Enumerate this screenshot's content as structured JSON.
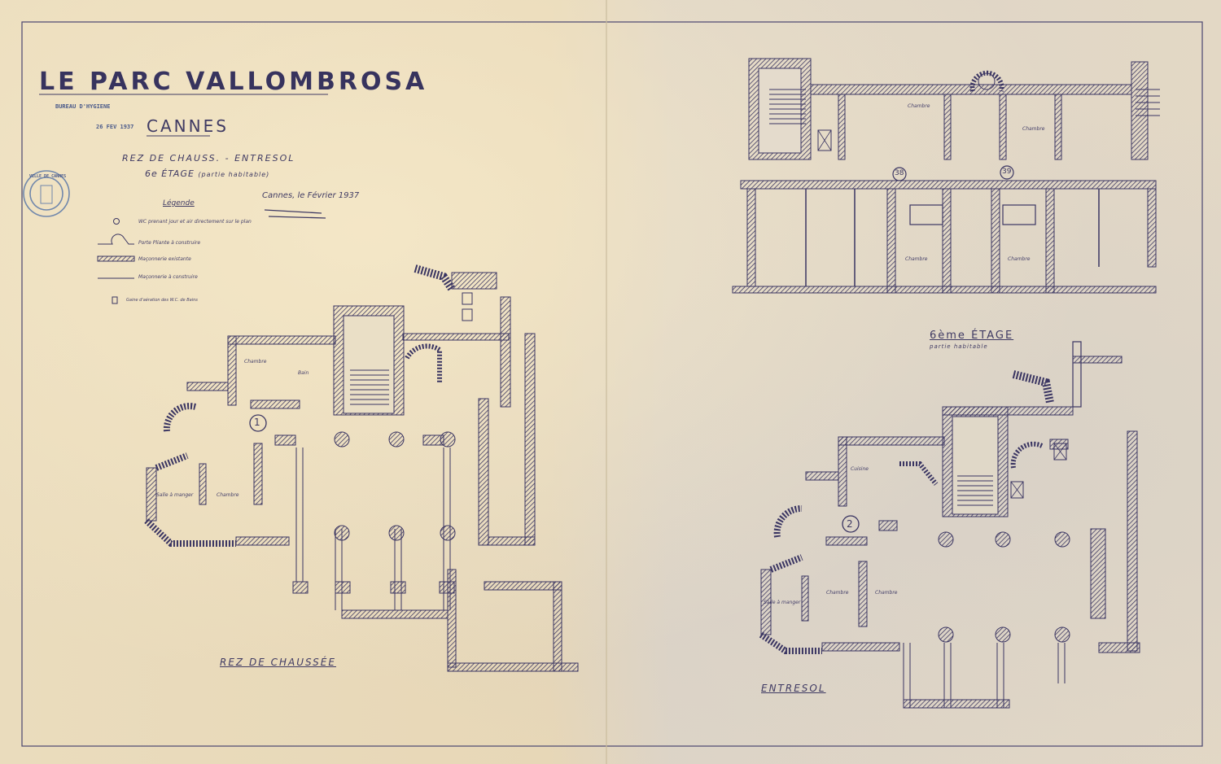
{
  "header": {
    "title": "LE PARC VALLOMBROSA",
    "city": "CANNES",
    "subtitle_line1": "REZ DE CHAUSS. - ENTRESOL",
    "subtitle_line2_main": "6e ÉTAGE",
    "subtitle_line2_note": "(partie habitable)",
    "date_note": "Cannes, le Février 1937"
  },
  "stamp": {
    "bureau": "BUREAU D'HYGIENE",
    "date": "26 FEV 1937",
    "round_stamp": "VILLE DE CANNES"
  },
  "legend": {
    "heading": "Légende",
    "items": [
      {
        "symbol": "wc-circle",
        "text": "WC prenant jour et air directement sur le plan"
      },
      {
        "symbol": "door-arc",
        "text": "Porte Pliante à construire"
      },
      {
        "symbol": "hatched-wall",
        "text": "Maçonnerie existante"
      },
      {
        "symbol": "plain-wall",
        "text": "Maçonnerie à construire"
      },
      {
        "symbol": "duct-box",
        "text": "Gaine d'aération des W.C. de Bains"
      }
    ]
  },
  "plans": {
    "ground": {
      "caption": "REZ DE CHAUSSÉE",
      "marker": "1",
      "rooms": [
        "Chambre",
        "Salle à manger",
        "Chambre",
        "Bain"
      ]
    },
    "mezzanine": {
      "caption": "ENTRESOL",
      "marker": "2",
      "rooms": [
        "Cuisine",
        "Salle à manger",
        "Chambre",
        "Chambre"
      ]
    },
    "sixth": {
      "caption": "6ème ÉTAGE",
      "subcaption": "partie habitable",
      "markers": [
        "38",
        "39"
      ],
      "rooms": [
        "Chambre",
        "Chambre",
        "Chambre",
        "Chambre"
      ]
    }
  },
  "colors": {
    "paper": "#e9dcc0",
    "ink": "#3f3a63",
    "stamp": "#5a78a8"
  }
}
